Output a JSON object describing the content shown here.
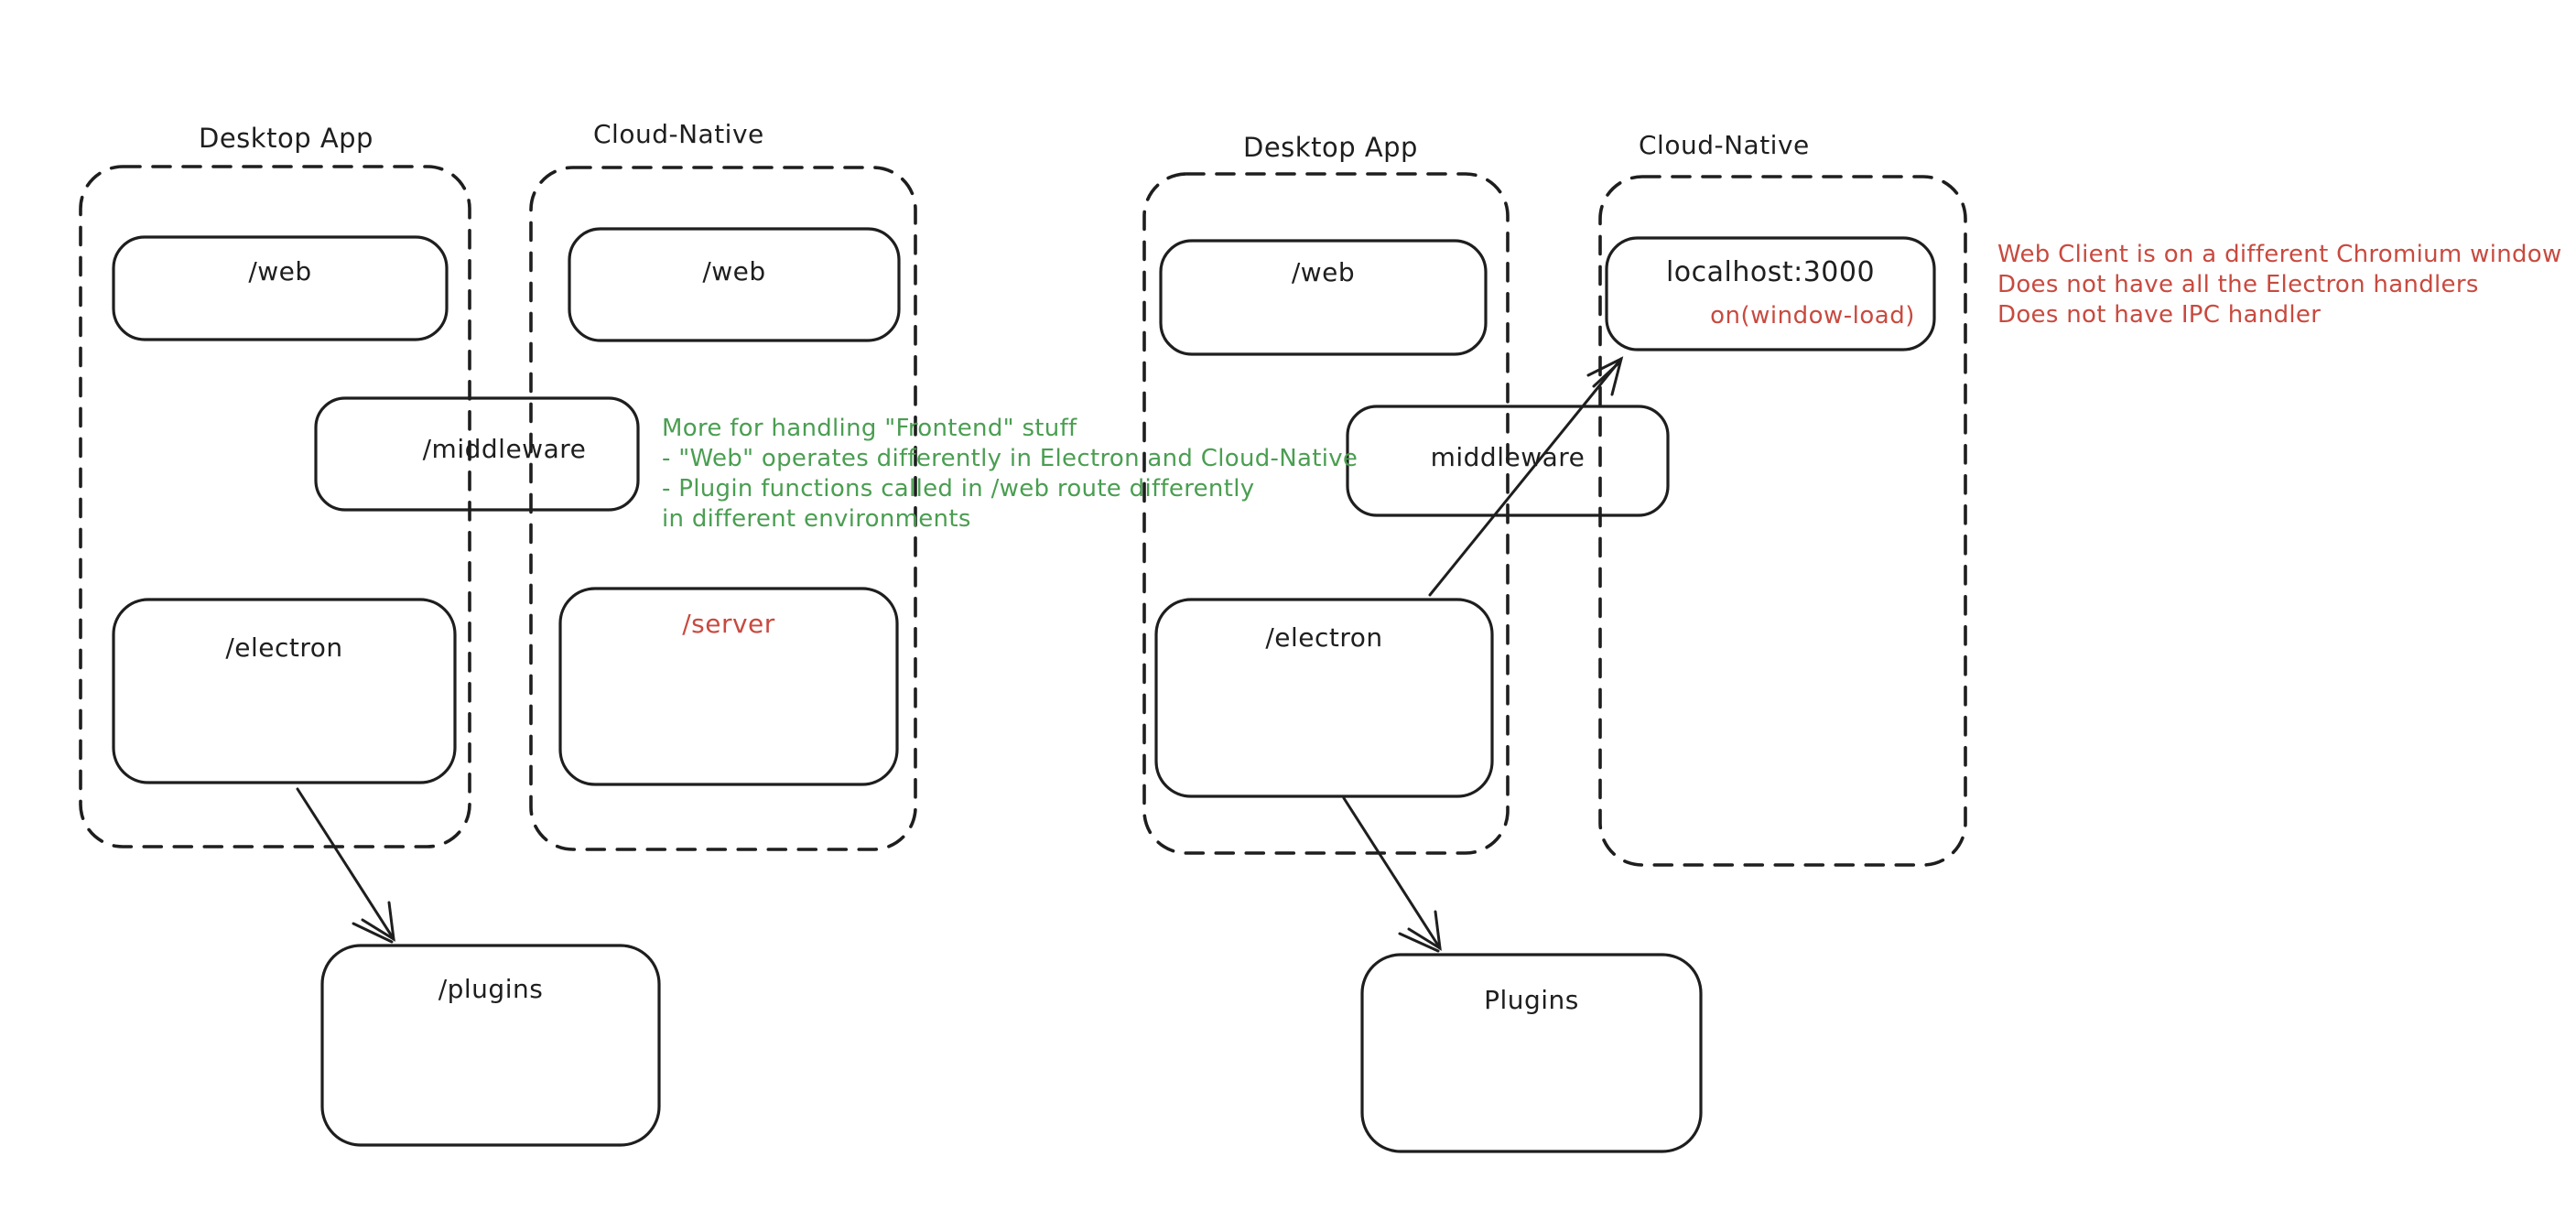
{
  "colors": {
    "ink": "#1e1e1e",
    "green": "#4a9e51",
    "red": "#c84a3f",
    "background": "#ffffff"
  },
  "left": {
    "desktop_label": "Desktop App",
    "cloud_label": "Cloud-Native",
    "web_desktop": "/web",
    "web_cloud": "/web",
    "middleware": "/middleware",
    "electron": "/electron",
    "server": "/server",
    "plugins": "/plugins",
    "green_note": [
      "More for handling \"Frontend\" stuff",
      "- \"Web\" operates differently in Electron and Cloud-Native",
      "- Plugin functions called in /web route differently",
      "in different environments"
    ]
  },
  "right": {
    "desktop_label": "Desktop App",
    "cloud_label": "Cloud-Native",
    "web": "/web",
    "localhost": "localhost:3000",
    "window_load": "on(window-load)",
    "middleware": "middleware",
    "electron": "/electron",
    "plugins": "Plugins",
    "red_note": [
      "Web Client is on a different Chromium window",
      "Does not have all the Electron handlers",
      "Does not have IPC handler"
    ]
  }
}
